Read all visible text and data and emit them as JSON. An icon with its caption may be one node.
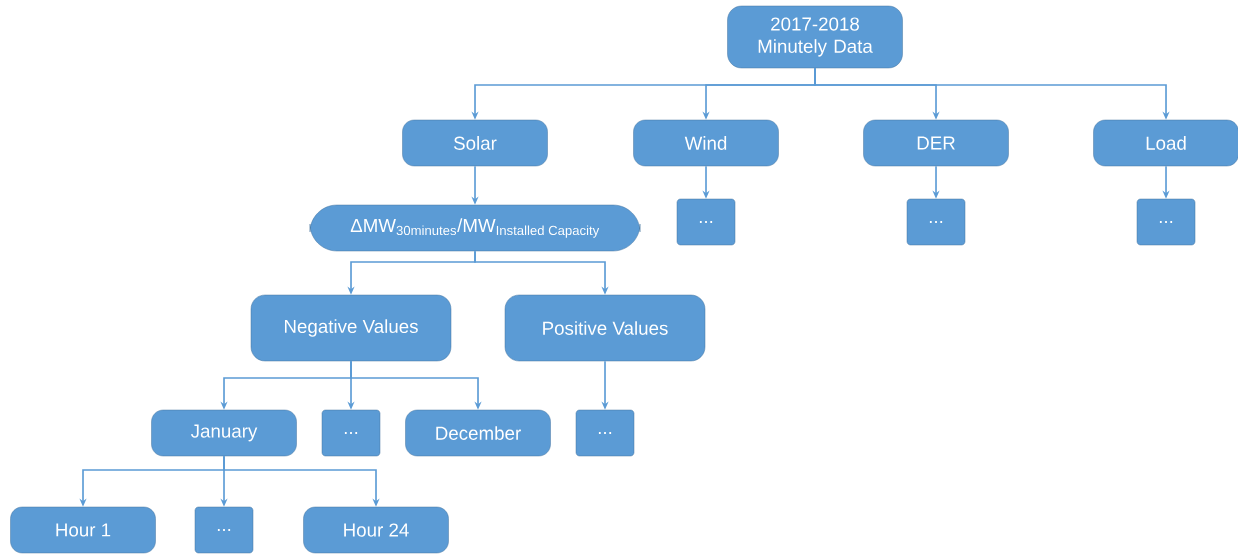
{
  "diagram": {
    "nodes": [
      {
        "text": [
          "2017-2018 Minutely Data"
        ]
      },
      {
        "text": [
          "Solar"
        ]
      },
      {
        "text": [
          "Wind"
        ]
      },
      {
        "text": [
          "DER"
        ]
      },
      {
        "text": [
          "Load"
        ]
      },
      {
        "text": [
          "..."
        ]
      },
      {
        "text": [
          "..."
        ]
      },
      {
        "text": [
          "..."
        ]
      },
      {
        "text": [
          "\\text{ΔMW}_{\\text{30minutes}}\\text{/MW}_{\\text{Installed Capacity}}"
        ]
      },
      {
        "text": [
          "Negative Values"
        ]
      },
      {
        "text": [
          "Positive Values"
        ]
      },
      {
        "text": [
          "January"
        ]
      },
      {
        "text": [
          "..."
        ]
      },
      {
        "text": [
          "December"
        ]
      },
      {
        "text": [
          "..."
        ]
      },
      {
        "text": [
          "Hour 1"
        ]
      },
      {
        "text": [
          "..."
        ]
      },
      {
        "text": [
          "Hour 24"
        ]
      }
    ],
    "edges": [
      {
        "from": 0,
        "to": 1,
        "arrow": "to"
      },
      {
        "from": 0,
        "to": 2,
        "arrow": "to"
      },
      {
        "from": 0,
        "to": 3,
        "arrow": "to"
      },
      {
        "from": 0,
        "to": 4,
        "arrow": "to"
      },
      {
        "from": 2,
        "to": 5,
        "arrow": "to"
      },
      {
        "from": 3,
        "to": 6,
        "arrow": "to"
      },
      {
        "from": 4,
        "to": 7,
        "arrow": "to"
      },
      {
        "from": 1,
        "to": 8,
        "arrow": "to"
      },
      {
        "from": 8,
        "to": 9,
        "arrow": "to"
      },
      {
        "from": 8,
        "to": 10,
        "arrow": "to"
      },
      {
        "from": 9,
        "to": 11,
        "arrow": "to"
      },
      {
        "from": 9,
        "to": 12,
        "arrow": "to"
      },
      {
        "from": 9,
        "to": 13,
        "arrow": "to"
      },
      {
        "from": 10,
        "to": 14,
        "arrow": "to"
      },
      {
        "from": 11,
        "to": 15,
        "arrow": "to"
      },
      {
        "from": 11,
        "to": 16,
        "arrow": "to"
      },
      {
        "from": 11,
        "to": 17,
        "arrow": "to"
      }
    ]
  }
}
